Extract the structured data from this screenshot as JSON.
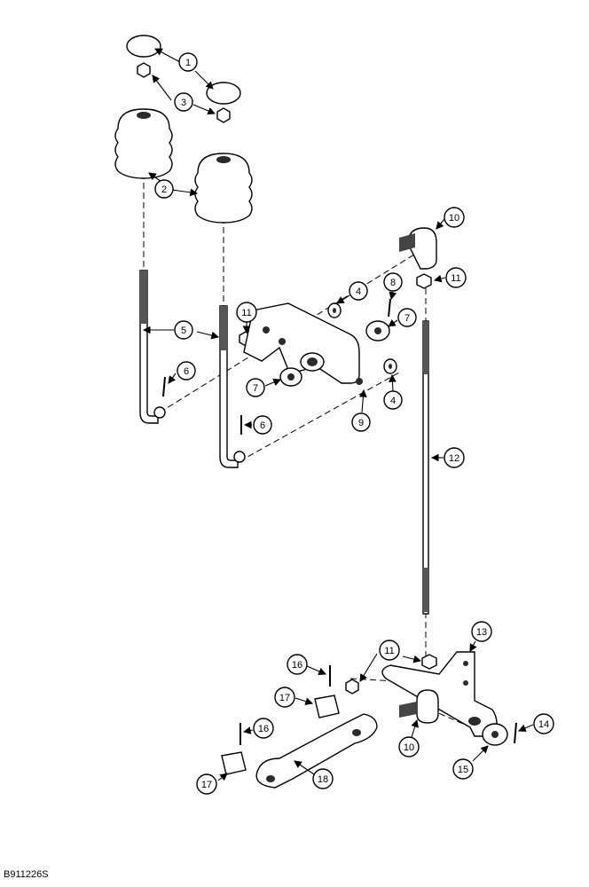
{
  "diagram": {
    "figure_id": "B911226S",
    "callouts": [
      {
        "n": "1"
      },
      {
        "n": "2"
      },
      {
        "n": "3"
      },
      {
        "n": "4"
      },
      {
        "n": "4"
      },
      {
        "n": "5"
      },
      {
        "n": "6"
      },
      {
        "n": "6"
      },
      {
        "n": "7"
      },
      {
        "n": "7"
      },
      {
        "n": "8"
      },
      {
        "n": "9"
      },
      {
        "n": "10"
      },
      {
        "n": "10"
      },
      {
        "n": "11"
      },
      {
        "n": "11"
      },
      {
        "n": "11"
      },
      {
        "n": "12"
      },
      {
        "n": "13"
      },
      {
        "n": "14"
      },
      {
        "n": "15"
      },
      {
        "n": "16"
      },
      {
        "n": "16"
      },
      {
        "n": "17"
      },
      {
        "n": "17"
      },
      {
        "n": "18"
      }
    ]
  }
}
